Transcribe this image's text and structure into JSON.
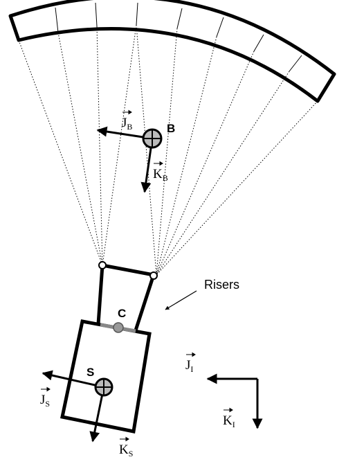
{
  "labels": {
    "body_point": "B",
    "confluence_point": "C",
    "payload_point": "S",
    "risers": "Risers"
  },
  "vectors": {
    "j_body": {
      "symbol": "J",
      "subscript": "B"
    },
    "k_body": {
      "symbol": "K",
      "subscript": "B"
    },
    "j_payload": {
      "symbol": "J",
      "subscript": "S"
    },
    "k_payload": {
      "symbol": "K",
      "subscript": "S"
    },
    "j_inertial": {
      "symbol": "J",
      "subscript": "I"
    },
    "k_inertial": {
      "symbol": "K",
      "subscript": "I"
    }
  },
  "colors": {
    "ink": "#000000",
    "point_fill": "#bbbbbb",
    "confluence_fill": "#999999",
    "joint_fill": "#ffffff"
  }
}
